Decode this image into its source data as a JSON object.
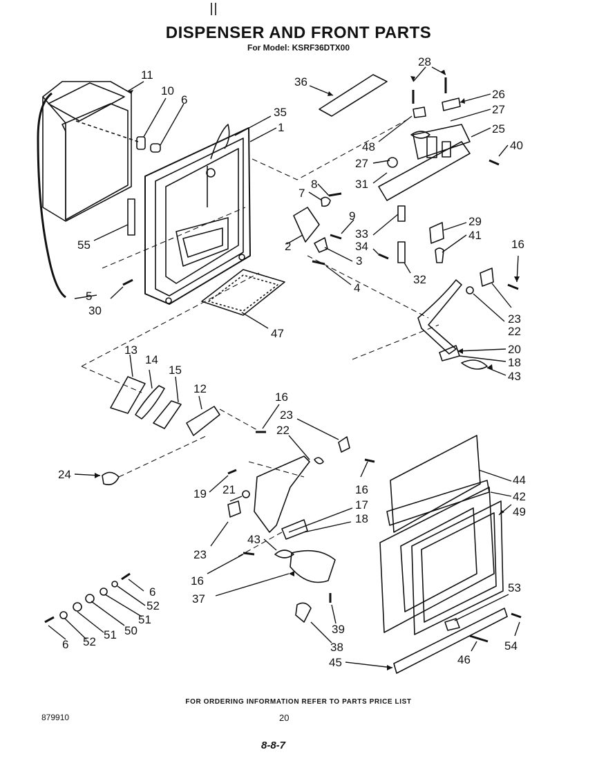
{
  "title": "DISPENSER AND FRONT PARTS",
  "subtitle": "For Model: KSRF36DTX00",
  "footer": {
    "ordering_note": "FOR ORDERING INFORMATION REFER TO PARTS PRICE LIST",
    "document_number": "879910",
    "page_number": "20",
    "handwritten_note": "8-8-7"
  },
  "callouts": [
    "1",
    "2",
    "3",
    "4",
    "5",
    "6",
    "7",
    "8",
    "9",
    "10",
    "11",
    "12",
    "13",
    "14",
    "15",
    "16",
    "17",
    "18",
    "19",
    "20",
    "21",
    "22",
    "23",
    "24",
    "25",
    "26",
    "27",
    "28",
    "29",
    "30",
    "31",
    "32",
    "33",
    "34",
    "35",
    "36",
    "37",
    "38",
    "39",
    "40",
    "41",
    "42",
    "43",
    "44",
    "45",
    "46",
    "47",
    "48",
    "49",
    "50",
    "51",
    "52",
    "53",
    "54",
    "55"
  ]
}
